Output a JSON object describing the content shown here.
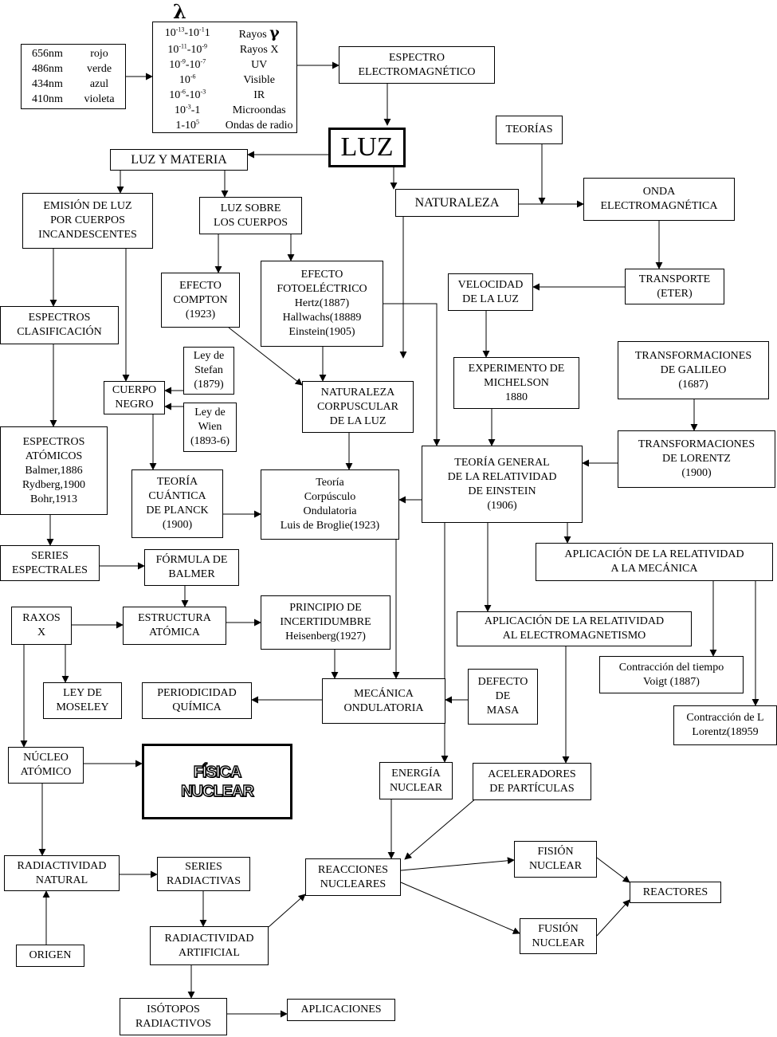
{
  "lambda_symbol": "λ",
  "colors_table": [
    {
      "wavelength": "656nm",
      "color": "rojo"
    },
    {
      "wavelength": "486nm",
      "color": "verde"
    },
    {
      "wavelength": "434nm",
      "color": "azul"
    },
    {
      "wavelength": "410nm",
      "color": "violeta"
    }
  ],
  "spectrum_table": [
    {
      "base": "10",
      "exp": "-13",
      "mid": "-10",
      "exp2": "-1",
      "tail": "1",
      "name": "Rayos ",
      "symbol": "γ"
    },
    {
      "base": "10",
      "exp": "-11",
      "mid": "-10",
      "exp2": "-9",
      "tail": "",
      "name": "Rayos X",
      "symbol": ""
    },
    {
      "base": "10",
      "exp": "-9",
      "mid": "-10",
      "exp2": "-7",
      "tail": "",
      "name": "UV",
      "symbol": ""
    },
    {
      "base": "10",
      "exp": "-6",
      "mid": "",
      "exp2": "",
      "tail": "",
      "name": "Visible",
      "symbol": ""
    },
    {
      "base": "10",
      "exp": "-6",
      "mid": "-10",
      "exp2": "-3",
      "tail": "",
      "name": "IR",
      "symbol": ""
    },
    {
      "base": "10",
      "exp": "-3",
      "mid": "-1",
      "exp2": "",
      "tail": "",
      "name": "Microondas",
      "symbol": ""
    },
    {
      "base": "1-10",
      "exp": "5",
      "mid": "",
      "exp2": "",
      "tail": "",
      "name": "Ondas de radio",
      "symbol": ""
    }
  ],
  "nodes": {
    "espectro": "ESPECTRO\nELECTROMAGNÉTICO",
    "luz": "LUZ",
    "teorias": "TEORÍAS",
    "materia": "LUZ Y MATERIA",
    "naturaleza": "NATURALEZA",
    "onda": "ONDA\nELECTROMAGNÉTICA",
    "emision": "EMISIÓN DE LUZ\nPOR CUERPOS\nINCANDESCENTES",
    "sobre": "LUZ SOBRE\nLOS CUERPOS",
    "transporte": "TRANSPORTE\n(ETER)",
    "compton": "EFECTO\nCOMPTON\n(1923)",
    "foto": "EFECTO\nFOTOELÉCTRICO\nHertz(1887)\nHallwachs(18889\nEinstein(1905)",
    "velocidad": "VELOCIDAD\nDE LA LUZ",
    "espclas": "ESPECTROS\nCLASIFICACIÓN",
    "stefan": "Ley de\nStefan\n(1879)",
    "galileo": "TRANSFORMACIONES\nDE GALILEO\n(1687)",
    "michelson": "EXPERIMENTO DE\nMICHELSON\n1880",
    "negro": "CUERPO\nNEGRO",
    "corpuscular": "NATURALEZA\nCORPUSCULAR\nDE LA LUZ",
    "wien": "Ley de\nWien\n(1893-6)",
    "atomicos": "ESPECTROS\nATÓMICOS\nBalmer,1886\nRydberg,1900\nBohr,1913",
    "lorentz": "TRANSFORMACIONES\nDE LORENTZ\n(1900)",
    "general": "TEORÍA GENERAL\nDE LA RELATIVIDAD\nDE EINSTEIN\n(1906)",
    "planck": "TEORÍA\nCUÁNTICA\nDE PLANCK\n(1900)",
    "broglie": "Teoría\nCorpúsculo\nOndulatoria\nLuis de Broglie(1923)",
    "mecanica_apl": "APLICACIÓN DE LA RELATIVIDAD\nA LA MECÁNICA",
    "series": "SERIES\nESPECTRALES",
    "balmer": "FÓRMULA DE\nBALMER",
    "rayos": "RAXOS\nX",
    "estructura": "ESTRUCTURA\nATÓMICA",
    "principio": "PRINCIPIO DE\nINCERTIDUMBRE\nHeisenberg(1927)",
    "electro_apl": "APLICACIÓN DE LA RELATIVIDAD\nAL ELECTROMAGNETISMO",
    "voigt": "Contracción del tiempo\nVoigt (1887)",
    "contraccion": "Contracción de L\nLorentz(18959",
    "moseley": "LEY DE\nMOSELEY",
    "periodicidad": "PERIODICIDAD\nQUÍMICA",
    "ondulatoria": "MECÁNICA\nONDULATORIA",
    "defecto": "DEFECTO\nDE\nMASA",
    "nucleo": "NÚCLEO\nATÓMICO",
    "fisica": "FÍSICA\nNUCLEAR",
    "energia": "ENERGÍA\nNUCLEAR",
    "aceleradores": "ACELERADORES\nDE PARTÍCULAS",
    "fision": "FISIÓN\nNUCLEAR",
    "radnat": "RADIACTIVIDAD\nNATURAL",
    "radseries": "SERIES\nRADIACTIVAS",
    "reacciones": "REACCIONES\nNUCLEARES",
    "reactores": "REACTORES",
    "fusion": "FUSIÓN\nNUCLEAR",
    "origen": "ORIGEN",
    "radart": "RADIACTIVIDAD\nARTIFICIAL",
    "isotopos": "ISÓTOPOS\nRADIACTIVOS",
    "aplicaciones": "APLICACIONES"
  }
}
